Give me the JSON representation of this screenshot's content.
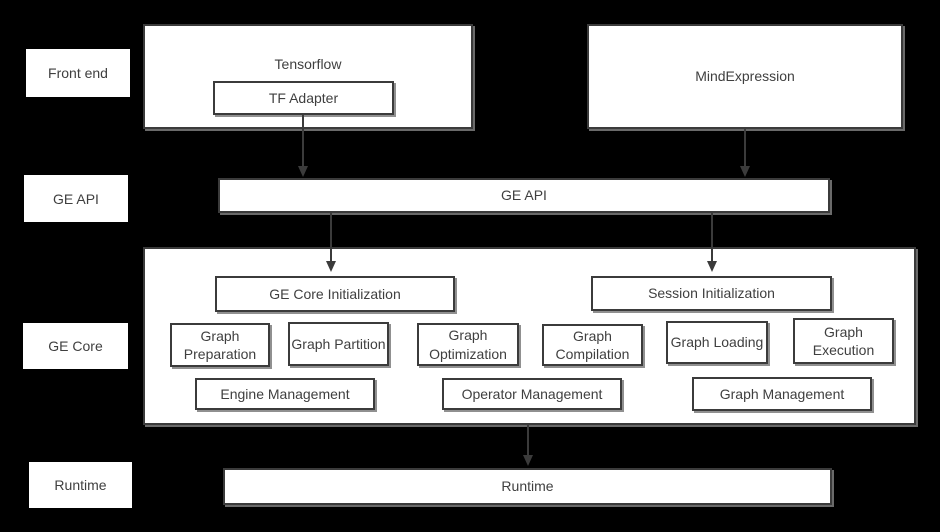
{
  "colors": {
    "background": "#000000",
    "box_fill": "#ffffff",
    "border": "#3b3b3b",
    "text": "#3f3f3f",
    "arrow": "#3b3b3b",
    "shadow": "#7d7d7d"
  },
  "side_labels": {
    "front_end": "Front end",
    "ge_api": "GE API",
    "ge_core": "GE Core",
    "runtime": "Runtime"
  },
  "front_end_row": {
    "tensorflow_title": "Tensorflow",
    "tf_adapter": "TF Adapter",
    "mind_expression": "MindExpression"
  },
  "ge_api_bar": "GE API",
  "ge_core": {
    "ge_core_init": "GE Core Initialization",
    "session_init": "Session Initialization",
    "stages": [
      "Graph Preparation",
      "Graph Partition",
      "Graph Optimization",
      "Graph Compilation",
      "Graph Loading",
      "Graph Execution"
    ],
    "management": [
      "Engine Management",
      "Operator Management",
      "Graph Management"
    ]
  },
  "runtime_bar": "Runtime"
}
